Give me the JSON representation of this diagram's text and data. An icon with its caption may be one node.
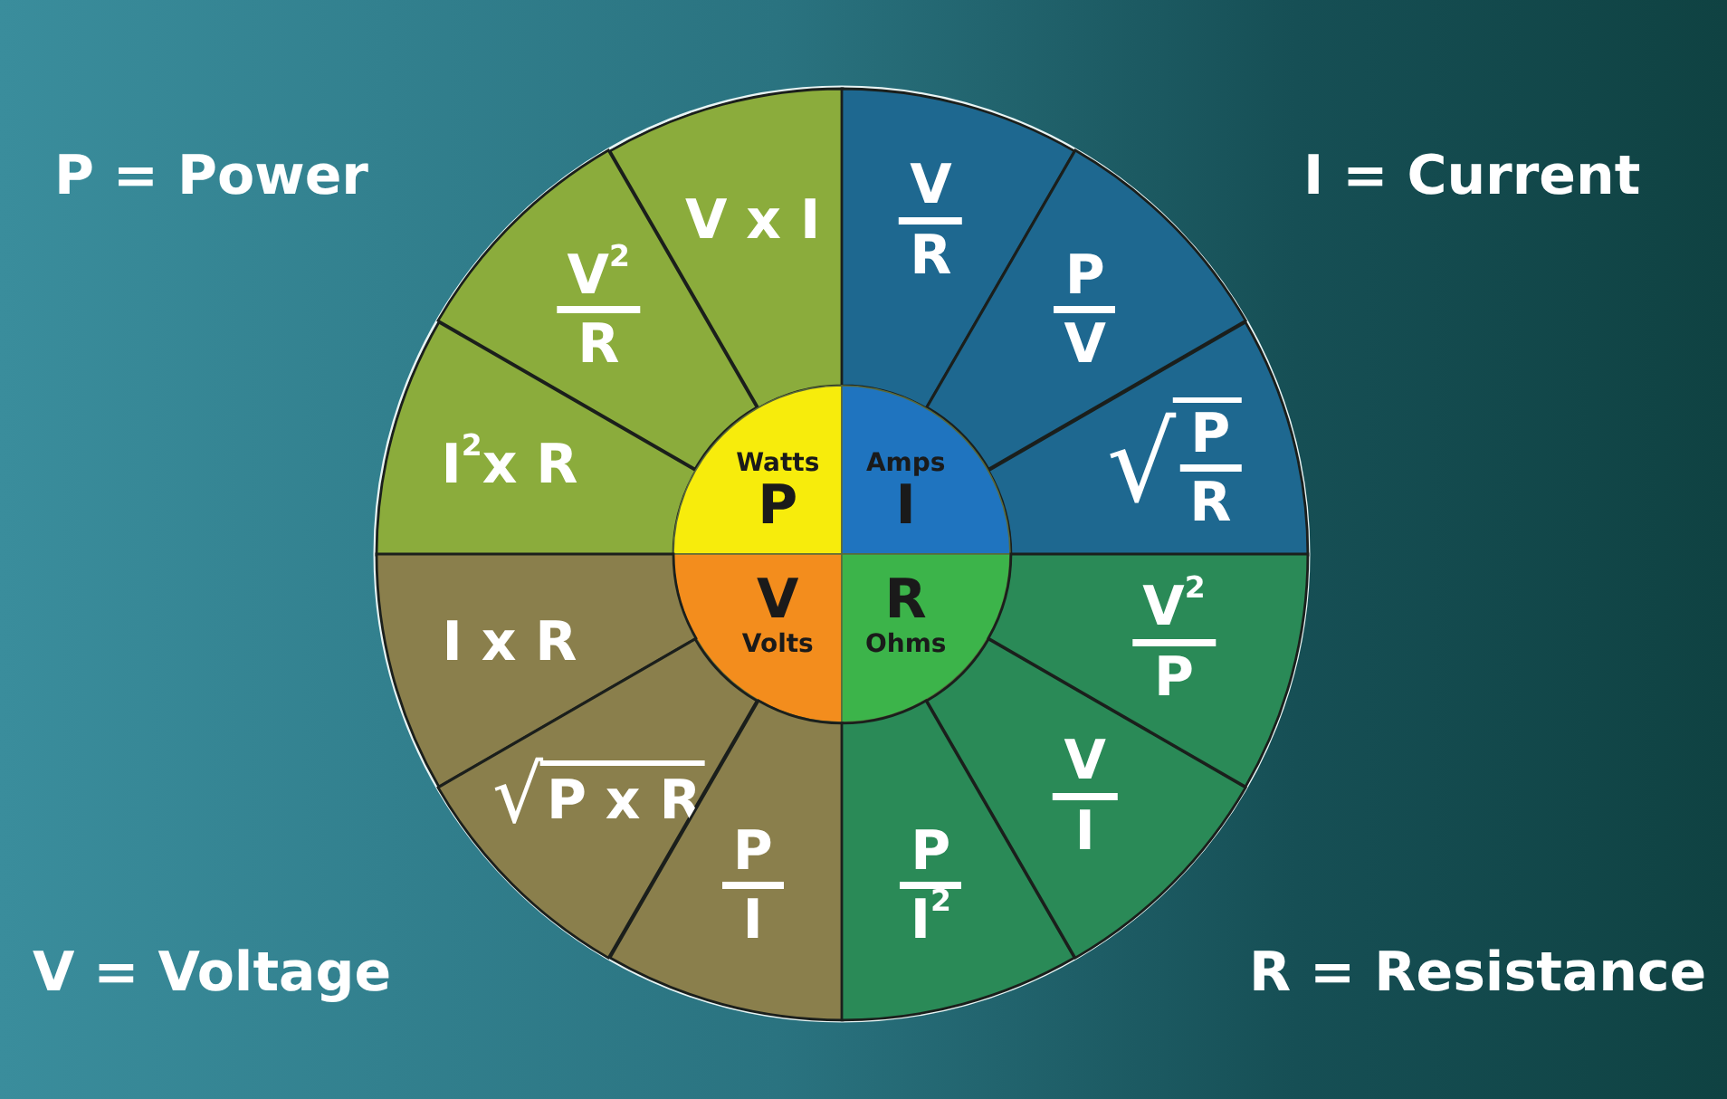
{
  "diagram": {
    "nodes": [
      {
        "text": [
          "V x I"
        ]
      },
      {
        "text": [
          "V$^{2}$",
          "R"
        ]
      },
      {
        "text": [
          "I$^{2}$x R"
        ]
      },
      {
        "text": [
          "V",
          "R"
        ]
      },
      {
        "text": [
          "P",
          "V"
        ]
      },
      {
        "text": [
          "√",
          "P",
          "R"
        ]
      },
      {
        "text": [
          "Watts",
          "P"
        ]
      },
      {
        "text": [
          "Amps",
          "I"
        ]
      },
      {
        "text": [
          "V",
          "Volts"
        ]
      },
      {
        "text": [
          "R",
          "Ohms"
        ]
      },
      {
        "text": [
          "I x R"
        ]
      },
      {
        "text": [
          "√",
          "P x R"
        ]
      },
      {
        "text": [
          "P",
          "I"
        ]
      },
      {
        "text": [
          "P",
          "I$^{2}$"
        ]
      },
      {
        "text": [
          "V",
          "I"
        ]
      },
      {
        "text": [
          "V$^{2}$",
          "P"
        ]
      }
    ],
    "labels": [
      "P = Power",
      "I = Current",
      "V = Voltage",
      "R = Resistance"
    ]
  }
}
